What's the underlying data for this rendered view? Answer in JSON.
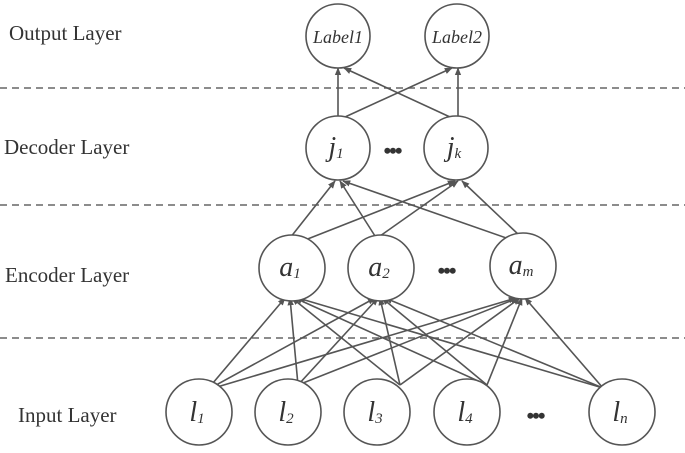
{
  "layers": {
    "output": "Output Layer",
    "decoder": "Decoder Layer",
    "encoder": "Encoder Layer",
    "input": "Input Layer"
  },
  "nodes": {
    "label1": "Label1",
    "label2": "Label2",
    "j1": {
      "main": "j",
      "sub": "1"
    },
    "jk": {
      "main": "j",
      "sub": "k"
    },
    "a1": {
      "main": "a",
      "sub": "1"
    },
    "a2": {
      "main": "a",
      "sub": "2"
    },
    "am": {
      "main": "a",
      "sub": "m"
    },
    "l1": {
      "main": "l",
      "sub": "1"
    },
    "l2": {
      "main": "l",
      "sub": "2"
    },
    "l3": {
      "main": "l",
      "sub": "3"
    },
    "l4": {
      "main": "l",
      "sub": "4"
    },
    "ln": {
      "main": "l",
      "sub": "n"
    }
  },
  "ellipsis": "•••"
}
